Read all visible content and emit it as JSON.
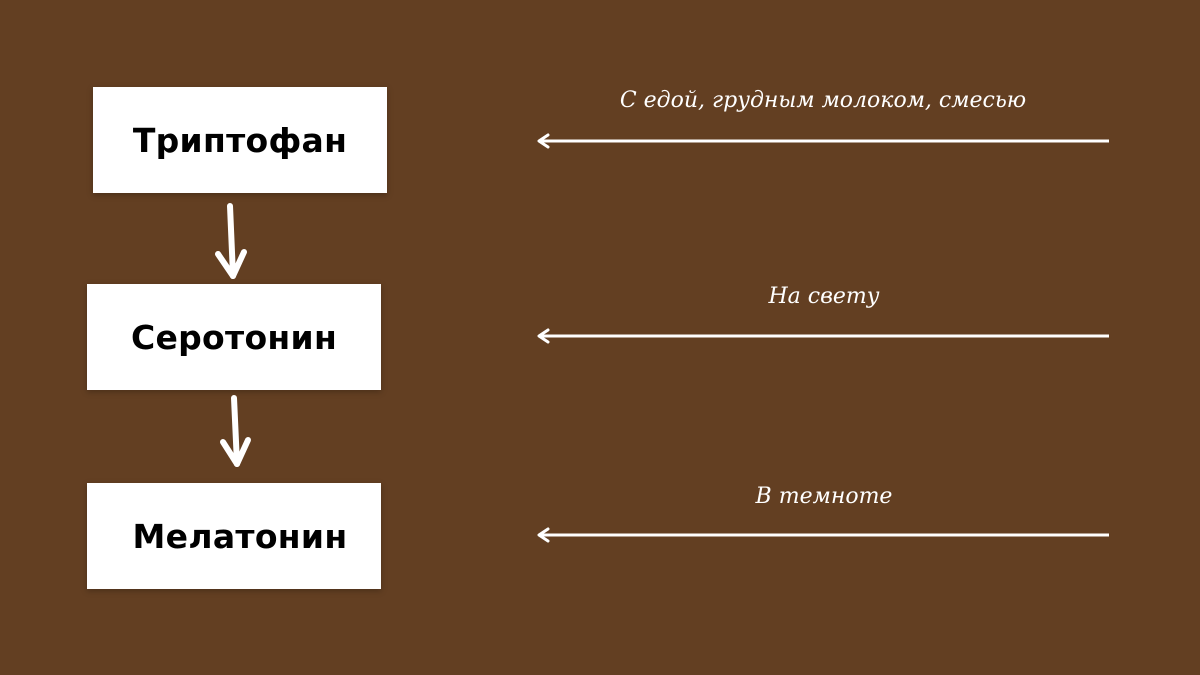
{
  "colors": {
    "background": "#633f22",
    "box_fill": "#ffffff",
    "box_text": "#000000",
    "line_color": "#ffffff"
  },
  "flow": {
    "steps": [
      {
        "label": "Триптофан"
      },
      {
        "label": "Серотонин"
      },
      {
        "label": "Мелатонин"
      }
    ],
    "arrows": [
      "arrow-down-icon",
      "arrow-down-icon"
    ]
  },
  "conditions": [
    {
      "label": "С едой, грудным молоком, смесью",
      "arrow": "arrow-left-icon"
    },
    {
      "label": "На свету",
      "arrow": "arrow-left-icon"
    },
    {
      "label": "В темноте",
      "arrow": "arrow-left-icon"
    }
  ]
}
